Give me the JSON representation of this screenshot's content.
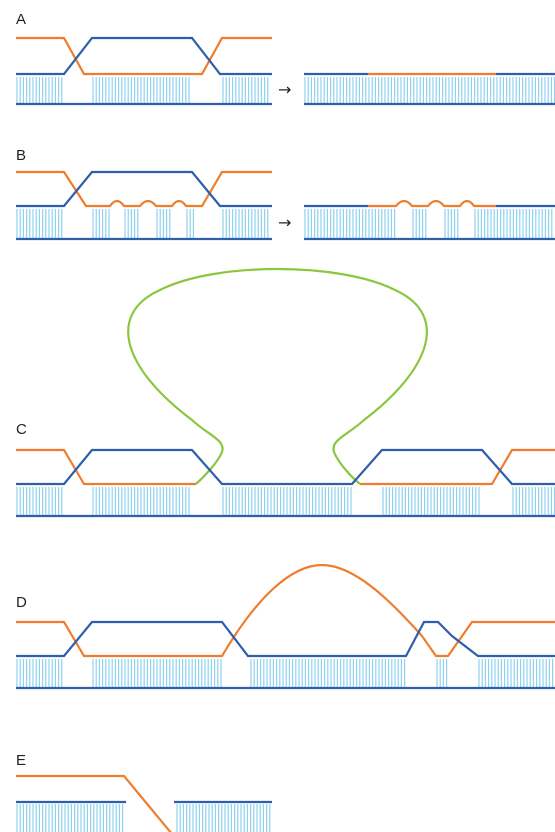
{
  "panels": [
    {
      "id": "A",
      "label": "A"
    },
    {
      "id": "B",
      "label": "B"
    },
    {
      "id": "C",
      "label": "C"
    },
    {
      "id": "D",
      "label": "D"
    },
    {
      "id": "E",
      "label": "E"
    }
  ],
  "arrow_glyph": "→",
  "colors": {
    "blue_strand": "#2e5fa8",
    "orange_strand": "#ef7d2d",
    "green_strand": "#8cc63f",
    "base_pairs": "#8fd3f0",
    "text": "#231f20"
  }
}
